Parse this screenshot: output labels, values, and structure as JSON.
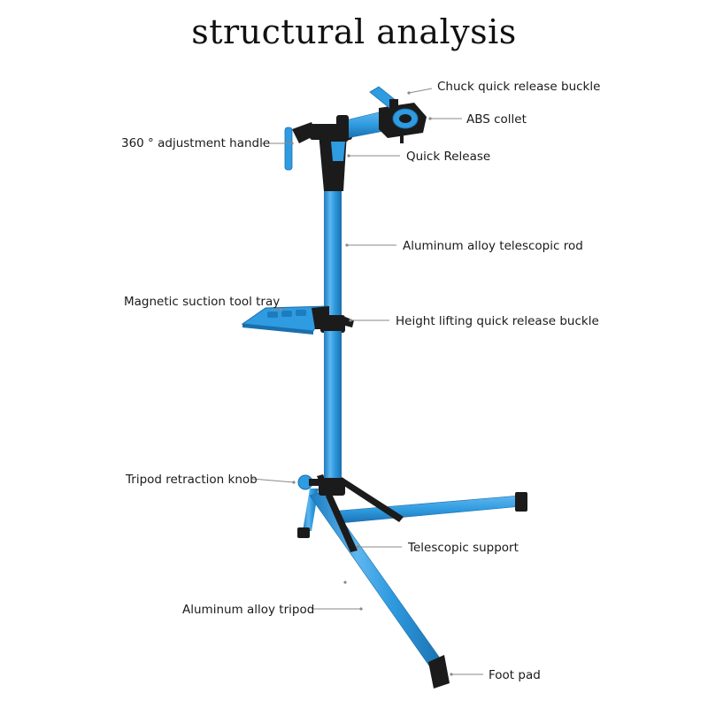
{
  "title": "structural analysis",
  "colors": {
    "tube": "#2f9be0",
    "tube_dark": "#1c7cc0",
    "tube_light": "#7cc4f2",
    "black": "#1b1b1b",
    "leader": "#8a8a8a"
  },
  "labels": {
    "chuck_buckle": "Chuck quick release buckle",
    "abs_collet": "ABS collet",
    "adjust_handle": "360 ° adjustment handle",
    "quick_release": "Quick Release",
    "telescopic_rod": "Aluminum alloy telescopic rod",
    "tool_tray": "Magnetic suction tool tray",
    "height_buckle": "Height lifting quick release buckle",
    "tripod_knob": "Tripod retraction knob",
    "telescopic_support": "Telescopic support",
    "tripod": "Aluminum alloy tripod",
    "foot_pad": "Foot pad"
  }
}
